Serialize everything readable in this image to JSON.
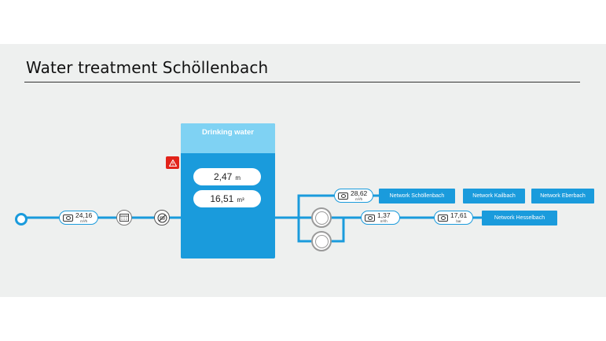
{
  "page": {
    "title": "Water treatment Schöllenbach"
  },
  "colors": {
    "pipe": "#1a9bdc",
    "tank_head": "#7fd2f3",
    "alarm": "#e2231a",
    "panel_bg": "#eef0ef"
  },
  "inflow_meter": {
    "value": "24,16",
    "unit": "m³/h",
    "icon": "flow-meter-icon"
  },
  "filter_device": {
    "icon": "filter-icon"
  },
  "uv_device": {
    "icon": "disinfection-icon"
  },
  "tank": {
    "title": "Drinking water",
    "subtitle": "",
    "level_value": "2,47",
    "level_unit": "m",
    "volume_value": "16,51",
    "volume_unit": "m³"
  },
  "alarm": {
    "icon": "warning-icon"
  },
  "pumps": [
    {
      "icon": "pump-icon"
    },
    {
      "icon": "pump-icon"
    }
  ],
  "upper_meter": {
    "value": "28,62",
    "unit": "m³/h",
    "icon": "flow-meter-icon"
  },
  "lower_meter": {
    "value": "1,37",
    "unit": "m³/h",
    "icon": "flow-meter-icon"
  },
  "pressure_meter": {
    "value": "17,61",
    "unit": "bar",
    "icon": "pressure-meter-icon"
  },
  "networks": {
    "schoellenbach": "Network Schöllenbach",
    "kailbach": "Network Kailbach",
    "eberbach": "Network Eberbach",
    "hesselbach": "Network Hesselbach"
  }
}
